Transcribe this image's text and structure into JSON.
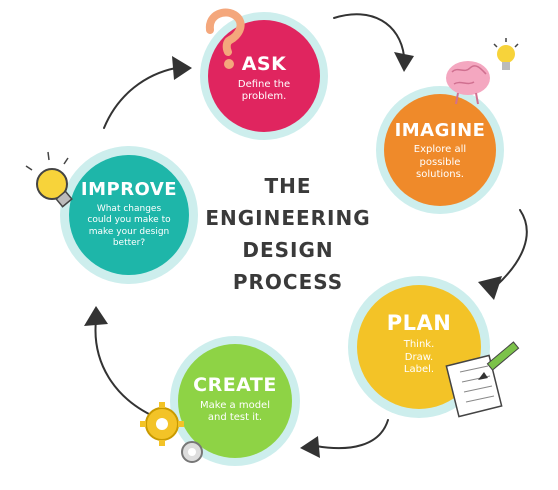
{
  "center_title": {
    "line1": "THE",
    "line2": "ENGINEERING",
    "line3": "DESIGN",
    "line4": "PROCESS"
  },
  "stages": {
    "ask": {
      "title": "ASK",
      "desc1": "Define the",
      "desc2": "problem.",
      "desc3": "",
      "desc4": "",
      "color": "#e0255f"
    },
    "imagine": {
      "title": "IMAGINE",
      "desc1": "Explore all",
      "desc2": "possible",
      "desc3": "solutions.",
      "desc4": "",
      "color": "#ef8a2a"
    },
    "plan": {
      "title": "PLAN",
      "desc1": "Think.",
      "desc2": "Draw.",
      "desc3": "Label.",
      "desc4": "",
      "color": "#f3c327"
    },
    "create": {
      "title": "CREATE",
      "desc1": "Make a model",
      "desc2": "and test it.",
      "desc3": "",
      "desc4": "",
      "color": "#8ed345"
    },
    "improve": {
      "title": "IMPROVE",
      "desc1": "What changes",
      "desc2": "could you make to",
      "desc3": "make your design",
      "desc4": "better?",
      "color": "#1eb6a9"
    }
  },
  "icons": {
    "question": "question-mark-icon",
    "brain": "brain-icon",
    "bulb_top": "lightbulb-icon",
    "bulb_left": "lightbulb-icon",
    "notepad": "notepad-pencil-icon",
    "gears": "gears-icon",
    "arrows": "cycle-arrow-icon"
  },
  "colors": {
    "ring": "#cdeeed",
    "arrow": "#333333",
    "title_text": "#3a3a3a"
  }
}
